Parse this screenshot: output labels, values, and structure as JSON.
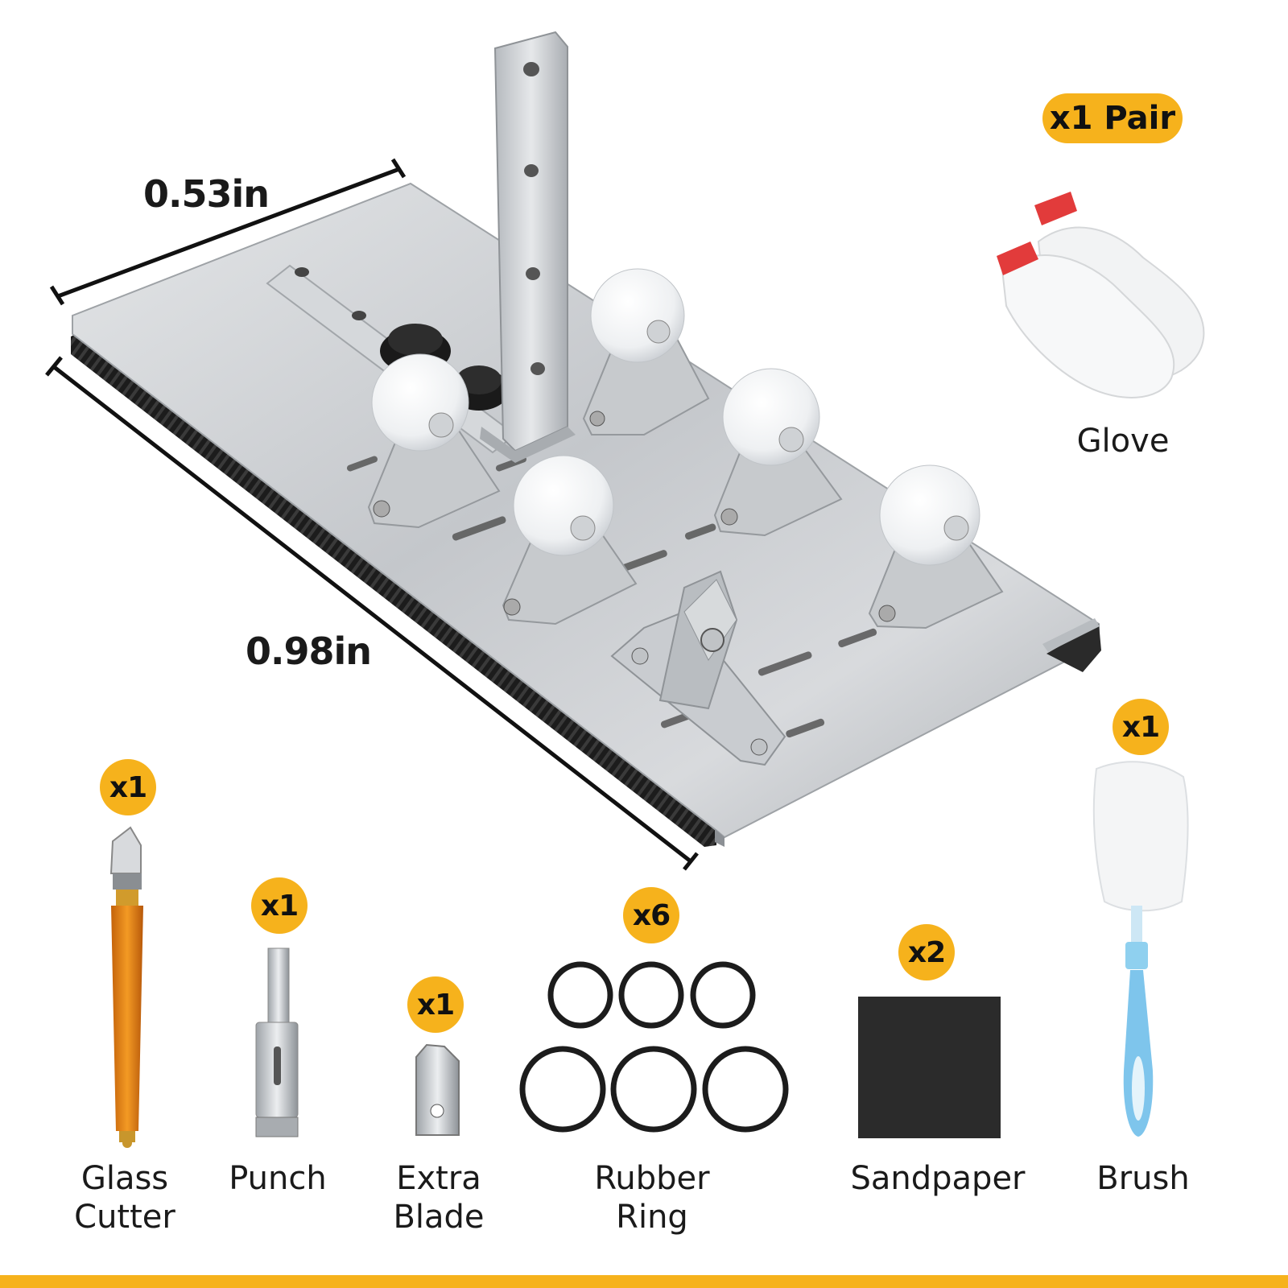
{
  "dimensions": {
    "width_label": "0.53in",
    "length_label": "0.98in"
  },
  "glove": {
    "badge": "x1 Pair",
    "label": "Glove"
  },
  "items": [
    {
      "key": "glass_cutter",
      "badge": "x1",
      "label_line1": "Glass",
      "label_line2": "Cutter"
    },
    {
      "key": "punch",
      "badge": "x1",
      "label_line1": "Punch",
      "label_line2": ""
    },
    {
      "key": "extra_blade",
      "badge": "x1",
      "label_line1": "Extra",
      "label_line2": "Blade"
    },
    {
      "key": "rubber_ring",
      "badge": "x6",
      "label_line1": "Rubber",
      "label_line2": "Ring"
    },
    {
      "key": "sandpaper",
      "badge": "x2",
      "label_line1": "Sandpaper",
      "label_line2": ""
    },
    {
      "key": "brush",
      "badge": "x1",
      "label_line1": "Brush",
      "label_line2": ""
    }
  ],
  "colors": {
    "accent": "#f6b21c",
    "steel": "#c9ccd0",
    "rubber": "#1b1b1b"
  }
}
